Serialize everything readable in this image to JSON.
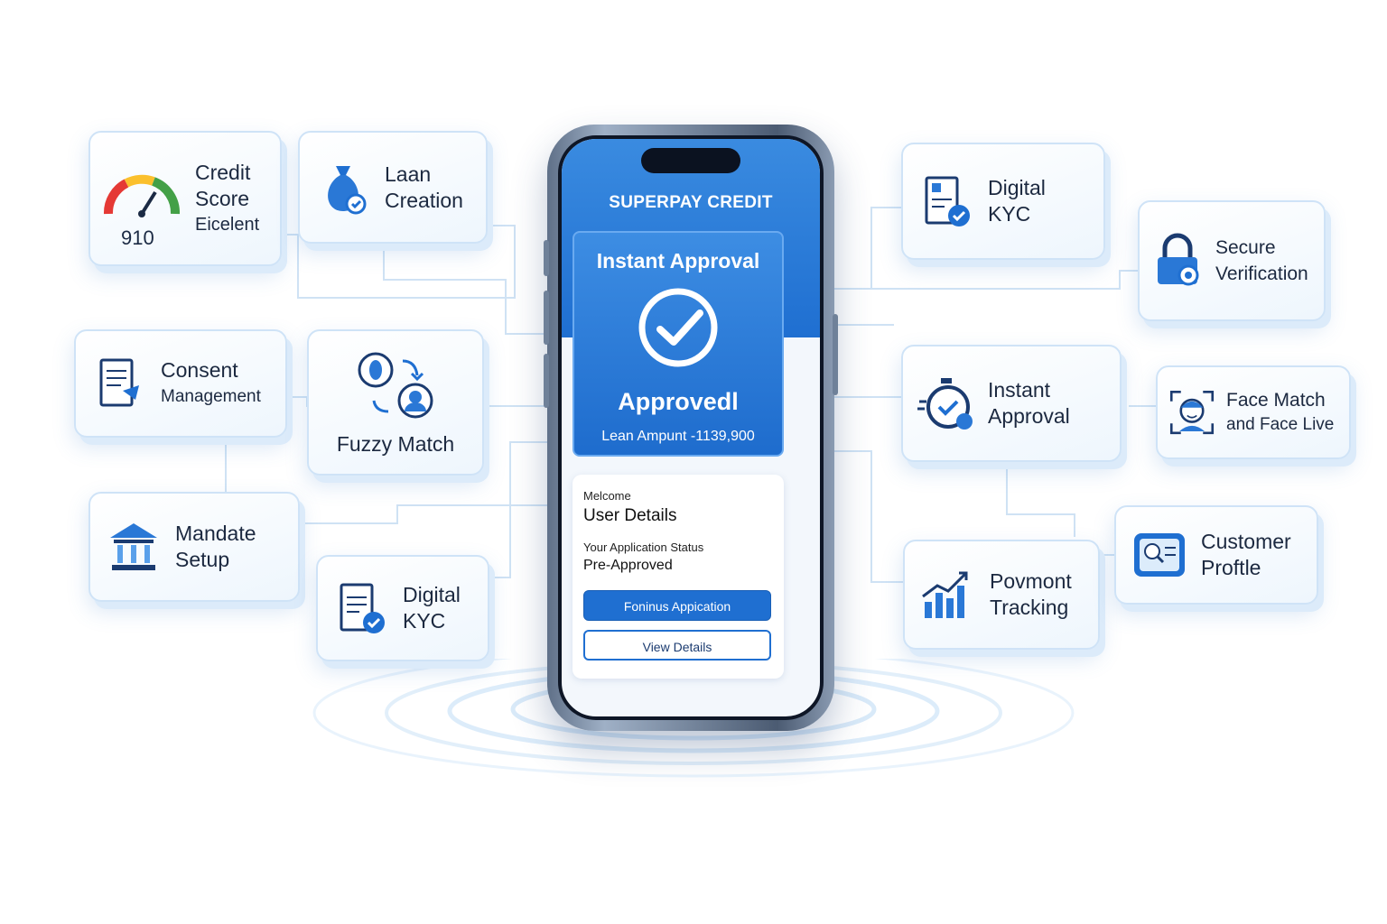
{
  "phone": {
    "brand": "SUPERPAY CREDIT",
    "approval_title": "Instant Approval",
    "approval_status": "Approvedl",
    "loan_amount": "Lean Ampunt -1139,900",
    "welcome": "Melcome",
    "user_details": "User Details",
    "status_label": "Your Application Status",
    "status_value": "Pre-Approved",
    "primary_button": "Foninus Appication",
    "secondary_button": "View Details"
  },
  "cards": {
    "credit_score": {
      "line1": "Credit",
      "line2": "Score",
      "line3": "Eicelent",
      "score": "910"
    },
    "loan_creation": {
      "line1": "Laan",
      "line2": "Creation"
    },
    "consent": {
      "line1": "Consent",
      "line2": "Management"
    },
    "fuzzy_match": {
      "line1": "Fuzzy Match"
    },
    "mandate": {
      "line1": "Mandate",
      "line2": "Setup"
    },
    "digital_kyc_left": {
      "line1": "Digital",
      "line2": "KYC"
    },
    "digital_kyc_right": {
      "line1": "Digital",
      "line2": "KYC"
    },
    "secure_verification": {
      "line1": "Secure",
      "line2": "Verification"
    },
    "instant_approval": {
      "line1": "Instant",
      "line2": "Approval"
    },
    "face_match": {
      "line1": "Face Match",
      "line2": "and Face Live"
    },
    "payment_tracking": {
      "line1": "Povmont",
      "line2": "Tracking"
    },
    "customer_profile": {
      "line1": "Customer",
      "line2": "Proftle"
    }
  },
  "colors": {
    "primary": "#1f6fd1",
    "accent": "#3a8be0"
  }
}
